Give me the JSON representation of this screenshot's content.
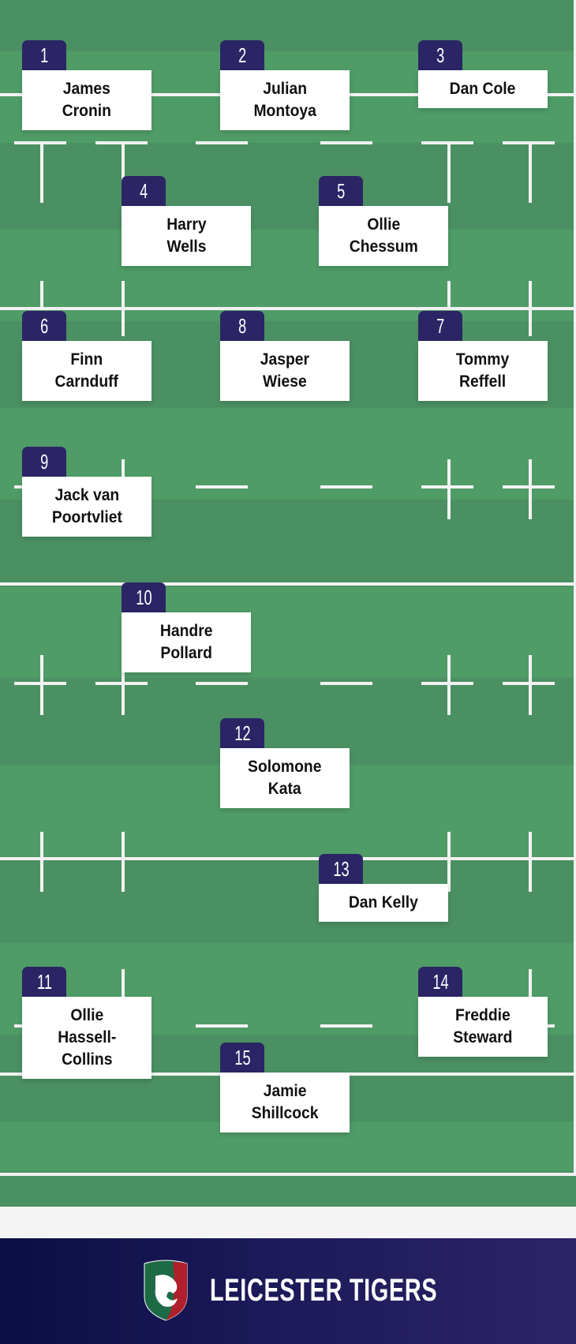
{
  "players": [
    {
      "number": "1",
      "name": "James\nCronin"
    },
    {
      "number": "2",
      "name": "Julian\nMontoya"
    },
    {
      "number": "3",
      "name": "Dan Cole"
    },
    {
      "number": "4",
      "name": "Harry\nWells"
    },
    {
      "number": "5",
      "name": "Ollie\nChessum"
    },
    {
      "number": "6",
      "name": "Finn\nCarnduff"
    },
    {
      "number": "7",
      "name": "Tommy\nReffell"
    },
    {
      "number": "8",
      "name": "Jasper\nWiese"
    },
    {
      "number": "9",
      "name": "Jack van\nPoortvliet"
    },
    {
      "number": "10",
      "name": "Handre\nPollard"
    },
    {
      "number": "11",
      "name": "Ollie\nHassell-\nCollins"
    },
    {
      "number": "12",
      "name": "Solomone\nKata"
    },
    {
      "number": "13",
      "name": "Dan Kelly"
    },
    {
      "number": "14",
      "name": "Freddie\nSteward"
    },
    {
      "number": "15",
      "name": "Jamie\nShillcock"
    }
  ],
  "footer": {
    "brand": "LEICESTER TIGERS",
    "logo_text": "LEICESTER TIGERS"
  },
  "colors": {
    "field": "#4f9c67",
    "tab": "#2b2566",
    "footer": "#1d1b5a"
  }
}
